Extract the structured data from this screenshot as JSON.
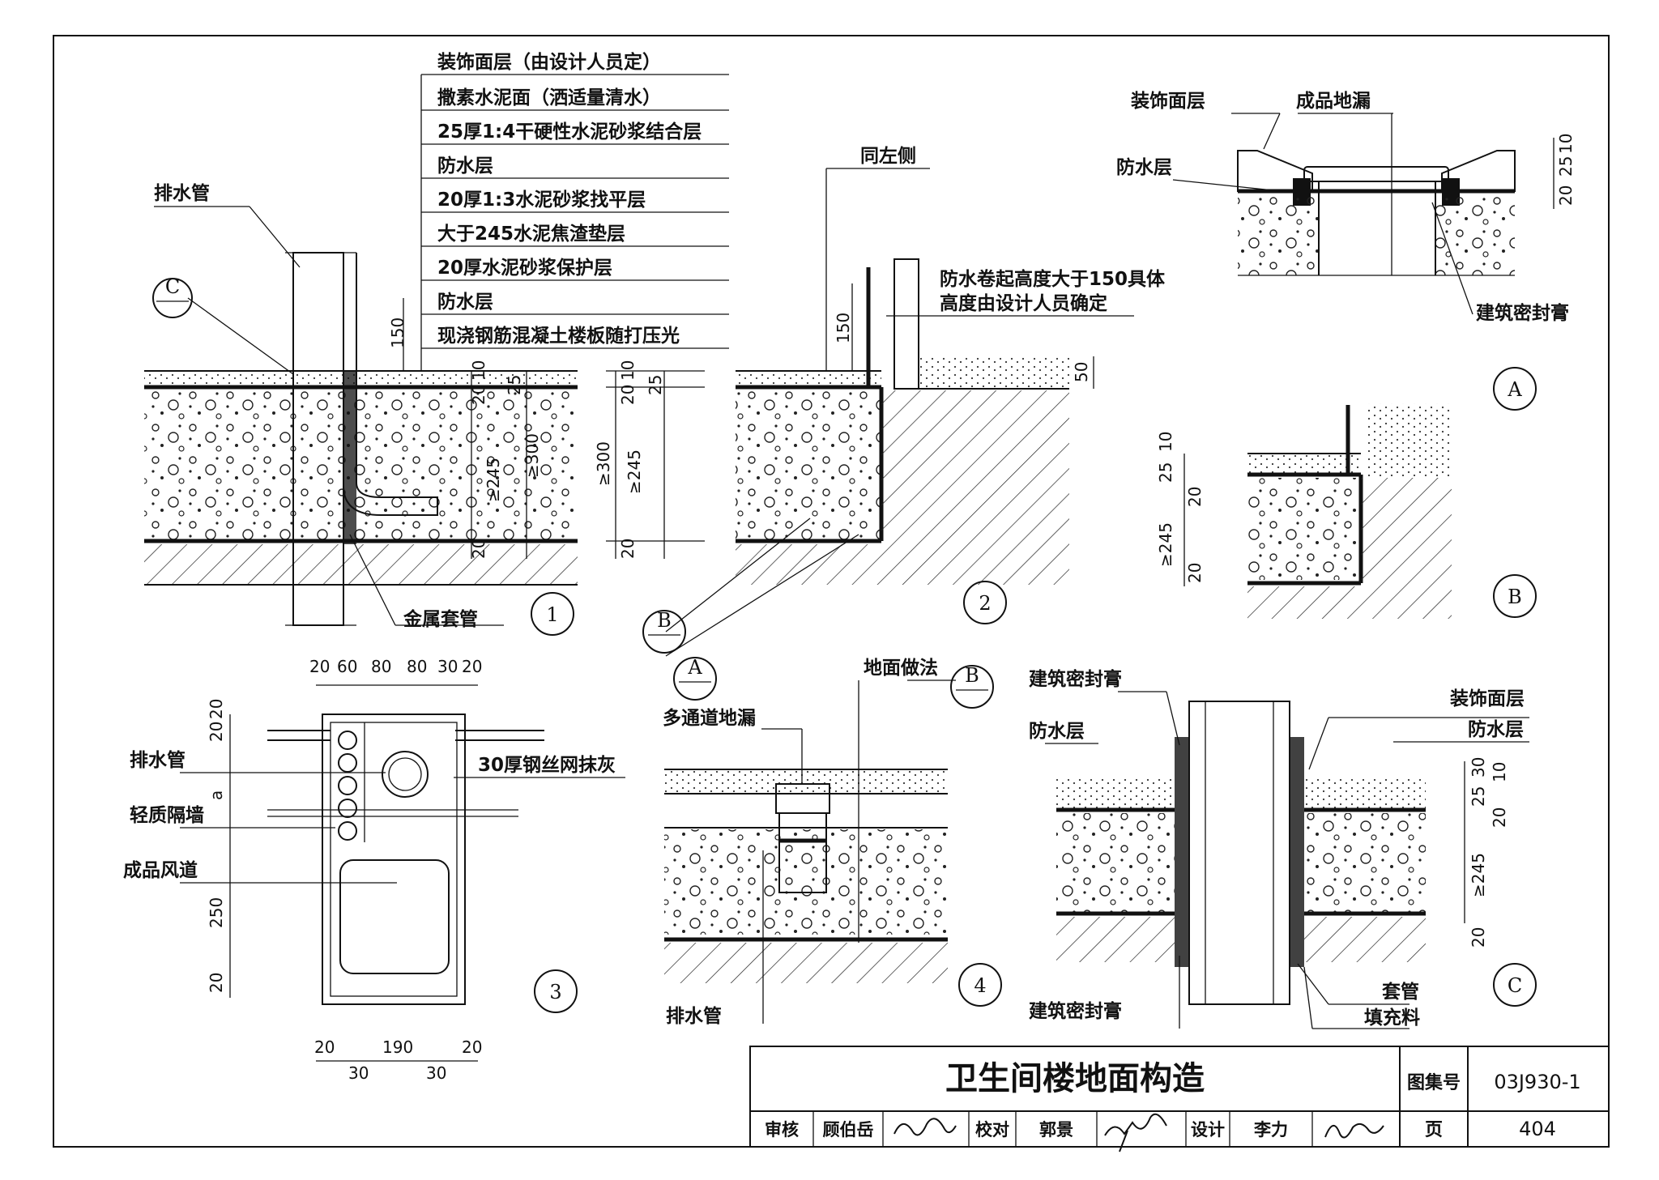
{
  "layers": [
    "装饰面层（由设计人员定）",
    "撒素水泥面（洒适量清水）",
    "25厚1:4干硬性水泥砂浆结合层",
    "防水层",
    "20厚1:3水泥砂浆找平层",
    "大于245水泥焦渣垫层",
    "20厚水泥砂浆保护层",
    "防水层",
    "现浇钢筋混凝土楼板随打压光"
  ],
  "d1": {
    "drain_pipe": "排水管",
    "metal_sleeve": "金属套管",
    "ref": "C",
    "number": "1",
    "dims": [
      "150",
      "10",
      "20",
      "25",
      "≥245",
      "≥300",
      "20"
    ]
  },
  "mid": {
    "dims": [
      "10",
      "20",
      "25",
      "≥300",
      "≥245",
      "20"
    ]
  },
  "d2": {
    "same_left": "同左侧",
    "note_line1": "防水卷起高度大于150具体",
    "note_line2": "高度由设计人员确定",
    "ref": "B",
    "number": "2",
    "dims": [
      "150",
      "50"
    ]
  },
  "dA": {
    "finish": "装饰面层",
    "floor_drain": "成品地漏",
    "waterproof": "防水层",
    "sealant": "建筑密封膏",
    "ref": "A",
    "dims": [
      "10",
      "25",
      "20"
    ]
  },
  "dB": {
    "ref": "B",
    "dims": [
      "25",
      "10",
      "20",
      "≥245",
      "20"
    ]
  },
  "d3": {
    "drain_pipe": "排水管",
    "light_wall": "轻质隔墙",
    "air_duct": "成品风道",
    "plaster": "30厚钢丝网抹灰",
    "number": "3",
    "top_dims": [
      "20",
      "60",
      "80",
      "80",
      "30",
      "20"
    ],
    "left_dims": [
      "20",
      "20",
      "a",
      "250",
      "20"
    ],
    "bottom_dims": [
      "20",
      "190",
      "20",
      "30",
      "30"
    ]
  },
  "d4": {
    "ref_a": "A",
    "ref_b": "B",
    "floor_method": "地面做法",
    "multi_drain": "多通道地漏",
    "drain_pipe": "排水管",
    "number": "4"
  },
  "dC": {
    "sealant_top": "建筑密封膏",
    "waterproof_left": "防水层",
    "finish": "装饰面层",
    "waterproof_right": "防水层",
    "sealant_bottom": "建筑密封膏",
    "sleeve": "套管",
    "filler": "填充料",
    "ref": "C",
    "dims": [
      "30",
      "10",
      "25",
      "20",
      "≥245",
      "20"
    ]
  },
  "title_block": {
    "title": "卫生间楼地面构造",
    "atlas_label": "图集号",
    "atlas_no": "03J930-1",
    "review_label": "审核",
    "reviewer": "顾伯岳",
    "check_label": "校对",
    "checker": "郭景",
    "design_label": "设计",
    "designer": "李力",
    "page_label": "页",
    "page_no": "404"
  }
}
